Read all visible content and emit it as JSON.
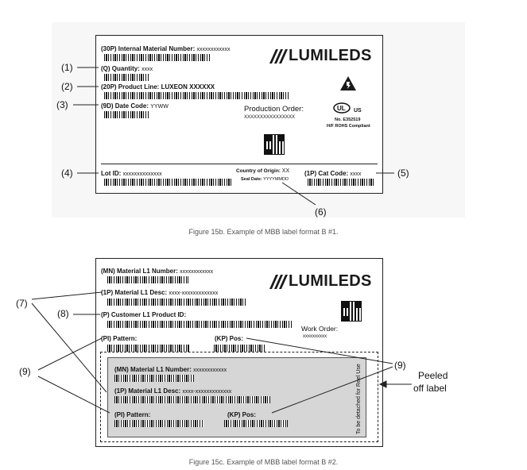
{
  "figure_b1": {
    "caption": "Figure 15b. Example of MBB label format B #1.",
    "internal_material_number_label": "(30P) Internal Material Number:",
    "internal_material_number_value": "xxxxxxxxxxxx",
    "quantity_label": "(Q) Quantity:",
    "quantity_value": "xxxx",
    "product_line_label": "(20P) Product Line: LUXEON XXXXXX",
    "date_code_label": "(9D) Date Code:",
    "date_code_value": "YYWW",
    "production_order_label": "Production Order:",
    "production_order_value": "XXXXXXXXXXXXXXXX",
    "cert_us": "US",
    "cert_number": "No. E352519",
    "rohs": "H/F ROHS Compliant",
    "lot_id_label": "Lot ID:",
    "lot_id_value": "xxxxxxxxxxxxxx",
    "country_label": "Country of Origin:",
    "country_value": "XX",
    "seal_date_label": "Seal Date:",
    "seal_date_value": "YYYYMMDD",
    "cat_code_label": "(1P) Cat Code:",
    "cat_code_value": "xxxx",
    "callouts": {
      "c1": "(1)",
      "c2": "(2)",
      "c3": "(3)",
      "c4": "(4)",
      "c5": "(5)",
      "c6": "(6)"
    }
  },
  "figure_b2": {
    "caption": "Figure 15c. Example of MBB label format B #2.",
    "mn_label": "(MN) Material L1 Number:",
    "mn_value": "xxxxxxxxxxxx",
    "desc_label": "(1P) Material L1 Desc:",
    "desc_value": "xxxx-xxxxxxxxxxxxx",
    "customer_label": "(P) Customer L1 Product ID:",
    "work_order_label": "Work Order:",
    "work_order_value": "xxxxxxxxxx",
    "pattern_label": "(PI) Pattern:",
    "kp_label": "(KP) Pos:",
    "peel_mn_label": "(MN) Material L1 Number:",
    "peel_mn_value": "xxxxxxxxxxxx",
    "peel_desc_label": "(1P) Material L1 Desc:",
    "peel_desc_value": "xxxx-xxxxxxxxxxxxx",
    "peel_pattern_label": "(PI) Pattern:",
    "peel_kp_label": "(KP) Pos:",
    "detach_text": "To be detached for Reel Use",
    "callouts": {
      "c7": "(7)",
      "c8": "(8)",
      "c9a": "(9)",
      "c9b": "(9)"
    },
    "peeled_line1": "Peeled",
    "peeled_line2": "off label"
  },
  "brand": "LUMILEDS"
}
